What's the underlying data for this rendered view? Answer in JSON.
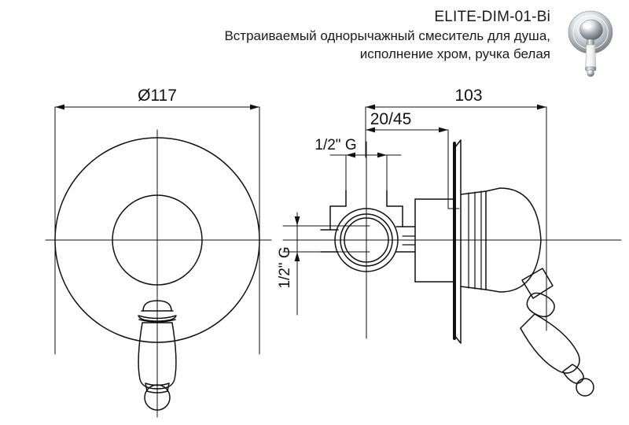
{
  "header": {
    "sku": "ELITE-DIM-01-Bi",
    "description_line1": "Встраиваемый однорычажный смеситель для душа,",
    "description_line2": "исполнение хром, ручка белая"
  },
  "product_photo": {
    "alt_name": "shower-mixer-photo",
    "chrome_color": "#c9ced2",
    "handle_color": "#f7f7f5"
  },
  "drawing": {
    "line_color": "#111111",
    "front_view": {
      "name": "front-view",
      "dimension_diameter": "Ø117"
    },
    "side_view": {
      "name": "side-view",
      "dimension_depth": "103",
      "dimension_inset": "20/45",
      "thread_top": "1/2\" G",
      "thread_side": "1/2\" G"
    }
  }
}
